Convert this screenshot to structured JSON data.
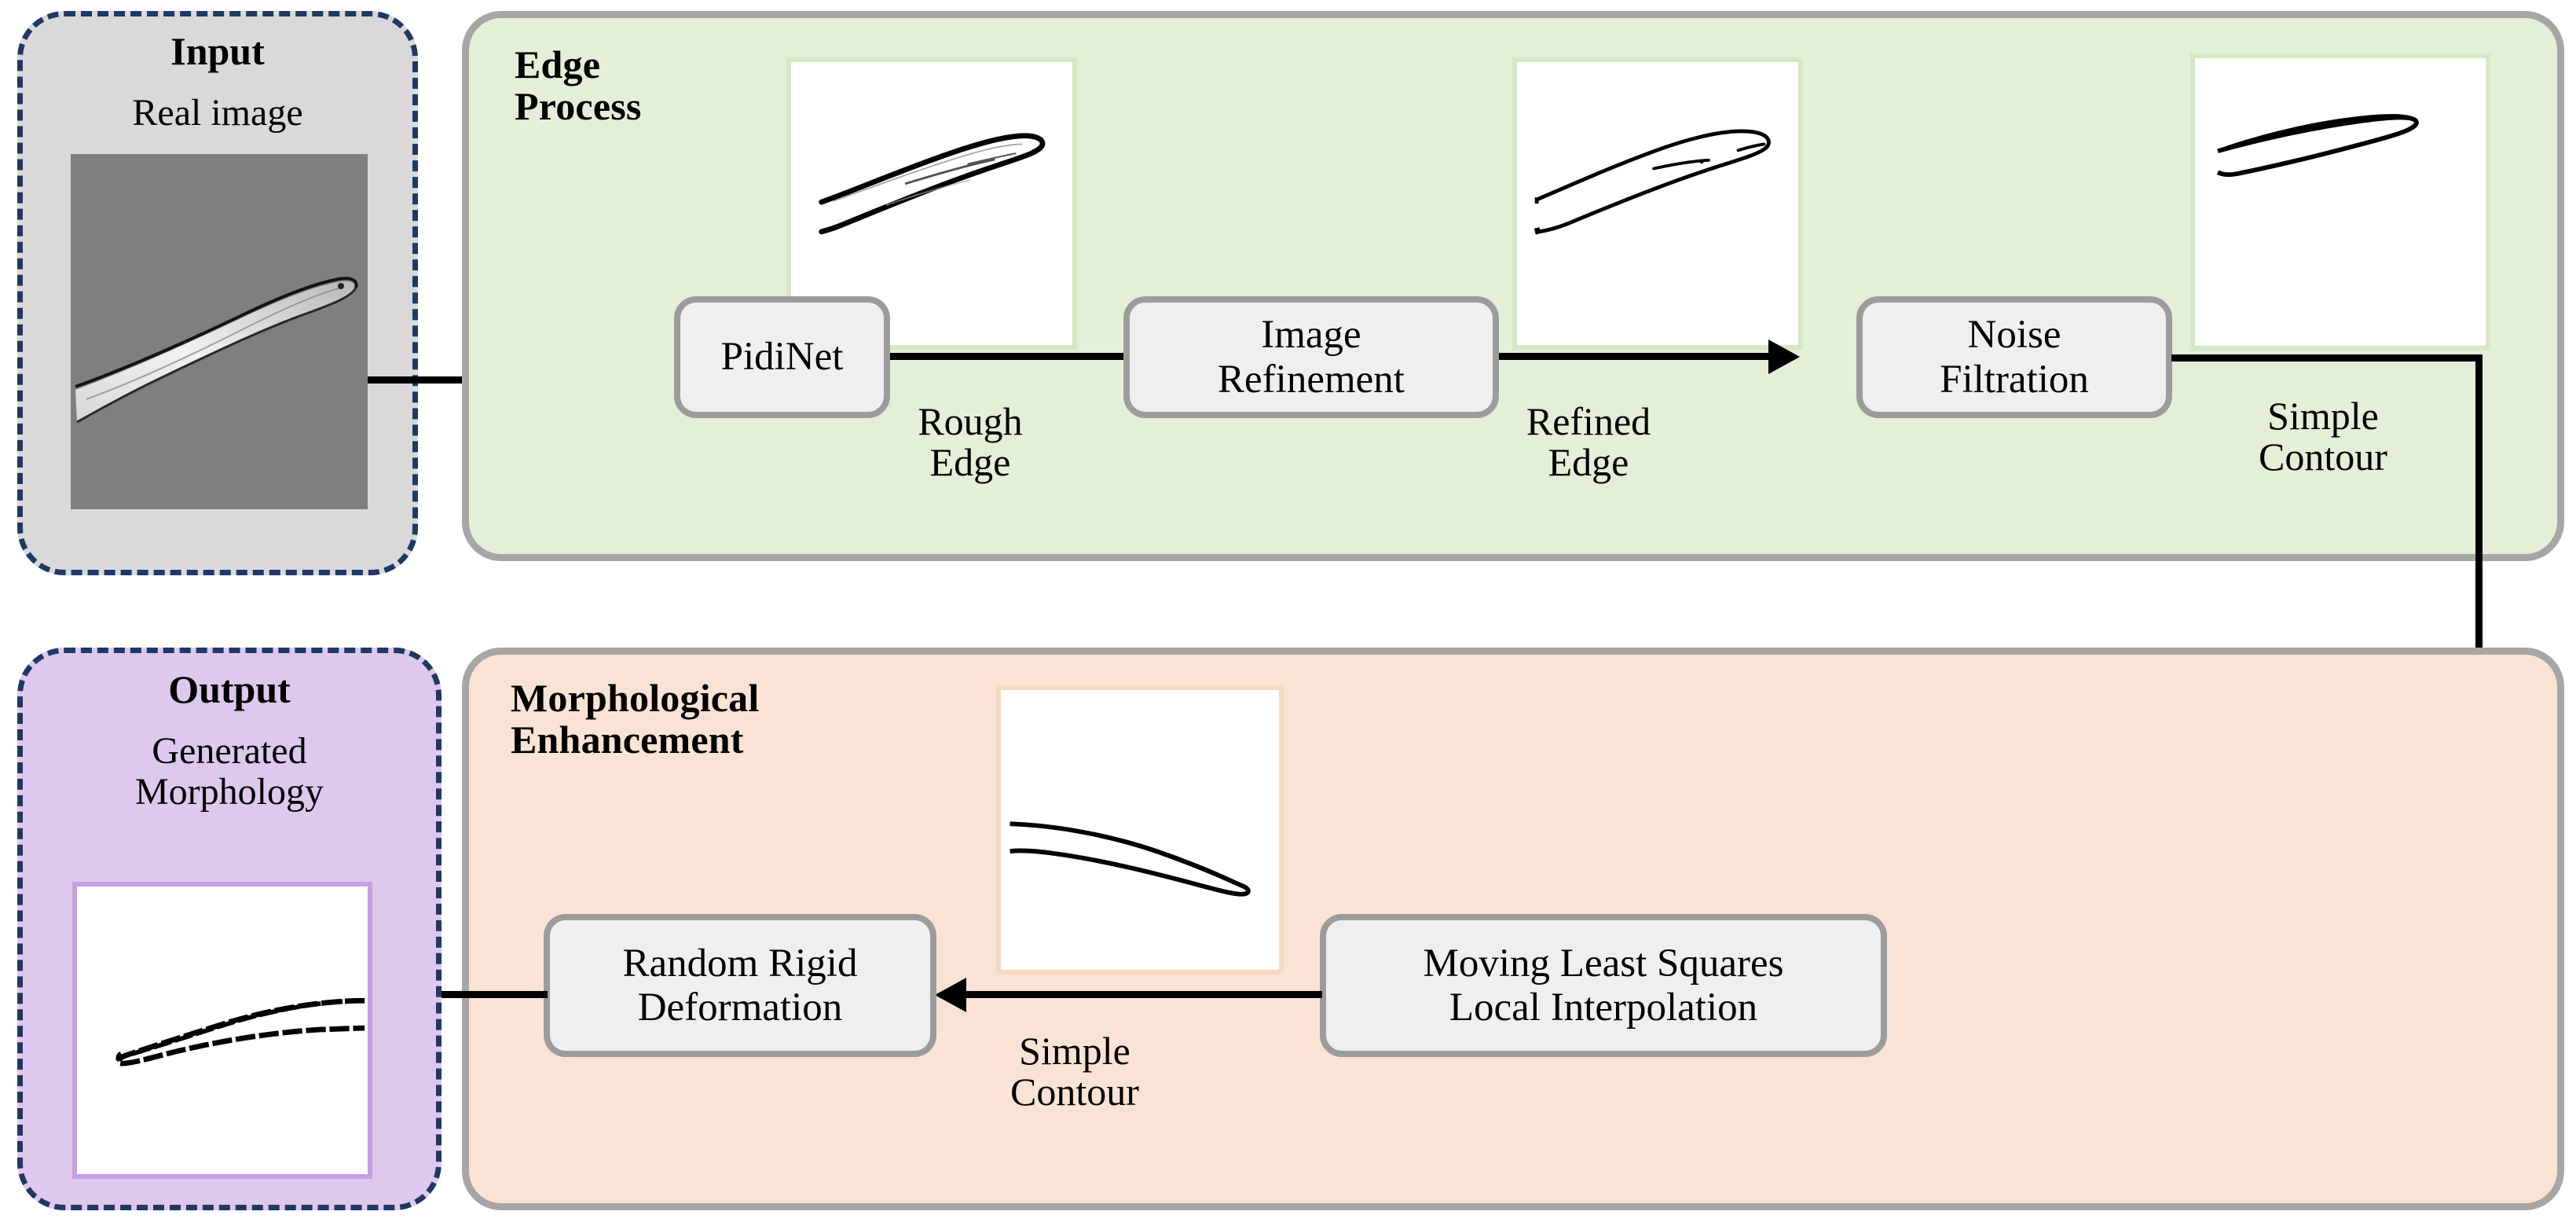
{
  "diagram": {
    "type": "pipeline-flowchart",
    "title_visible": false
  },
  "input_panel": {
    "title": "Input",
    "caption": "Real image",
    "image_name": "real-microscopy-image-of-nematode"
  },
  "edge_panel": {
    "title_line1": "Edge",
    "title_line2": "Process",
    "steps": [
      {
        "label": "PidiNet"
      },
      {
        "label_line1": "Image",
        "label_line2": "Refinement"
      },
      {
        "label_line1": "Noise",
        "label_line2": "Filtration"
      }
    ],
    "arrow_labels": [
      {
        "line1": "Rough",
        "line2": "Edge"
      },
      {
        "line1": "Refined",
        "line2": "Edge"
      },
      {
        "line1": "Simple",
        "line2": "Contour"
      }
    ],
    "thumbnails": [
      {
        "name": "rough-edge-thumbnail"
      },
      {
        "name": "refined-edge-thumbnail"
      },
      {
        "name": "simple-contour-thumbnail"
      }
    ]
  },
  "morph_panel": {
    "title_line1": "Morphological",
    "title_line2": "Enhancement",
    "steps": [
      {
        "label_line1": "Moving Least Squares",
        "label_line2": "Local Interpolation"
      },
      {
        "label_line1": "Random Rigid",
        "label_line2": "Deformation"
      }
    ],
    "arrow_labels": [
      {
        "line1": "Simple",
        "line2": "Contour"
      }
    ],
    "thumbnails": [
      {
        "name": "interpolated-contour-thumbnail"
      }
    ]
  },
  "output_panel": {
    "title": "Output",
    "caption_line1": "Generated",
    "caption_line2": "Morphology",
    "image_name": "generated-morphology-image"
  },
  "colors": {
    "edge_panel_bg": "#E3EFD7",
    "morph_panel_bg": "#FAE3D4",
    "input_panel_bg": "#D9D9D9",
    "output_panel_bg": "#DEC8EE",
    "panel_border": "#A6A6A6",
    "dashed_border": "#1F3864",
    "process_box_bg": "#EFEFEF",
    "process_box_border": "#9C9C9C",
    "arrow": "#000000"
  }
}
